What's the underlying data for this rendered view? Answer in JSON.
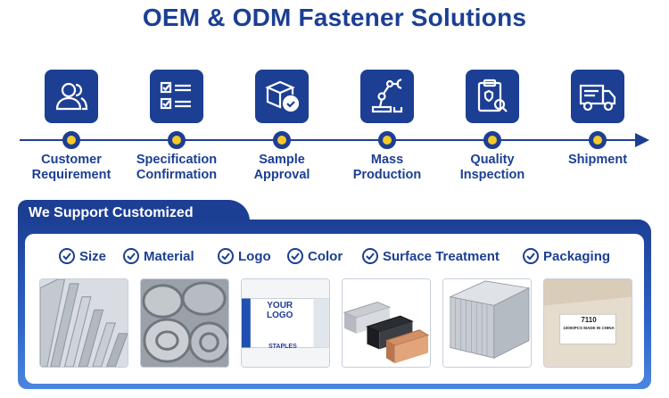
{
  "title": "OEM & ODM Fastener Solutions",
  "steps": [
    {
      "line1": "Customer",
      "line2": "Requirement",
      "icon": "users-icon"
    },
    {
      "line1": "Specification",
      "line2": "Confirmation",
      "icon": "checklist-icon"
    },
    {
      "line1": "Sample",
      "line2": "Approval",
      "icon": "box-check-icon"
    },
    {
      "line1": "Mass",
      "line2": "Production",
      "icon": "robot-arm-icon"
    },
    {
      "line1": "Quality",
      "line2": "Inspection",
      "icon": "clipboard-search-icon"
    },
    {
      "line1": "Shipment",
      "line2": "",
      "icon": "truck-icon"
    }
  ],
  "custom": {
    "heading": "We Support Customized",
    "options": [
      "Size",
      "Material",
      "Logo",
      "Color",
      "Surface Treatment",
      "Packaging"
    ],
    "logo_sample": {
      "line1": "YOUR",
      "line2": "LOGO",
      "brand": "STAPLES"
    },
    "box_sample": {
      "code": "7110",
      "pcs": "10000PCS",
      "origin": "MADE IN CHINA"
    }
  },
  "colors": {
    "primary": "#1c3f94",
    "accent": "#f6c928"
  }
}
